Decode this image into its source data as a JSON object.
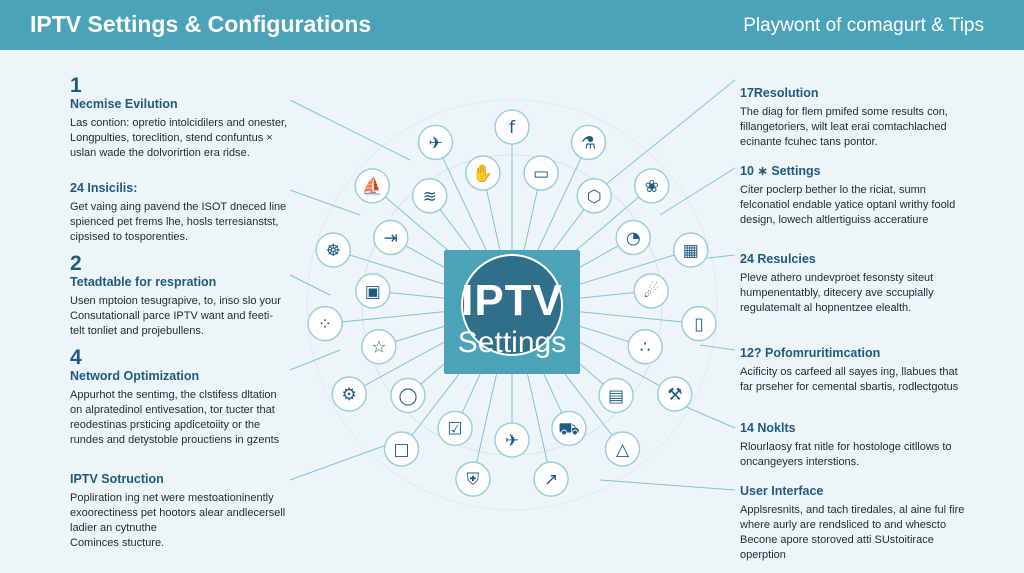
{
  "header": {
    "title": "IPTV Settings & Configurations",
    "tagline": "Playwont of comagurt & Tips"
  },
  "center": {
    "line1": "IPTV",
    "line2": "Settings"
  },
  "left_sections": [
    {
      "num": "1",
      "head": "Necmise Evilution",
      "body": "Las contion: opretio intolcidilers and onester,\nLongpulties, toreclition, stend confuntus ×\nuslan wade the dolvorirtion era ridse."
    },
    {
      "num": "",
      "head": "24 Insicilis:",
      "body": "Get vaing aing pavend the ISOT dneced line\nspienced pet frems lhe, hosls terresianstst,\ncipsised to tosporenties."
    },
    {
      "num": "2",
      "head": "Tetadtable for respration",
      "body": "Usen mptoion tesugrapive, to, inso slo your\nConsutationall parce IPTV want and feeti-\ntelt tonliet and projebullens."
    },
    {
      "num": "4",
      "head": "Netword Optimization",
      "body": "Appurhot the sentimg, the clstifess dltation\non alpratedinol entivesation, tor tucter that\nreodestinas prsticing apdicetoiity or the\nrundes and detystoble prouctiens in gzents"
    },
    {
      "num": "",
      "head": "IPTV Sotruction",
      "body": "Popliration ing net were mestoationinently\nexoorectiness pet hootors alear andlecersell\nladier an cytnuthe\nCominces stucture."
    }
  ],
  "right_sections": [
    {
      "head": "17Resolution",
      "body": "The diag for flem pmifed some results con,\nfillangetoriers, wilt leat erai comtachlached\necinante fcuhec tans pontor."
    },
    {
      "head": "10 ∗ Settings",
      "body": "Citer poclerp bether lo the riciat, sumn\nfelconatiol endable yatice optanl writhy foold\ndesign, lowech altlertiguiss acceratiure"
    },
    {
      "head": "24 Resulcies",
      "body": "Pleve athero undevproet fesonsty siteut\nhumpenentatbly, ditecery ave sccupially\nregulatemalt al hopnentzee elealth."
    },
    {
      "head": "12? Pofomruritimcation",
      "body": "Acificity os carfeed all sayes ing, llabues that\nfar prseher for cemental sbartis, rodlectgotus"
    },
    {
      "head": "14 Noklts",
      "body": "Rlourlaosy frat nitle for hostologe citllows to\noncangeyers interstions."
    },
    {
      "head": "User Interface",
      "body": "Applsresnits, and tach tiredales, al aine ful fire\nwhere aurly are rendsliced to and whescto\nBecone apore storoved atti SUstoitirace\noperption"
    }
  ],
  "icons": [
    {
      "name": "facebook-icon",
      "glyph": "f"
    },
    {
      "name": "credit-card-icon",
      "glyph": "▭"
    },
    {
      "name": "flask-icon",
      "glyph": "⚗"
    },
    {
      "name": "box-icon",
      "glyph": "⬡"
    },
    {
      "name": "brain-icon",
      "glyph": "❀"
    },
    {
      "name": "dashboard-icon",
      "glyph": "◔"
    },
    {
      "name": "building-icon",
      "glyph": "▦"
    },
    {
      "name": "satellite-icon",
      "glyph": "☄"
    },
    {
      "name": "phone-icon",
      "glyph": "▯"
    },
    {
      "name": "network-icon",
      "glyph": "∴"
    },
    {
      "name": "wrench-icon",
      "glyph": "⚒"
    },
    {
      "name": "bus-icon",
      "glyph": "▤"
    },
    {
      "name": "triangle-network-icon",
      "glyph": "△"
    },
    {
      "name": "truck-icon",
      "glyph": "⛟"
    },
    {
      "name": "chart-icon",
      "glyph": "↗"
    },
    {
      "name": "plane-icon",
      "glyph": "✈"
    },
    {
      "name": "shield-icon",
      "glyph": "⛨"
    },
    {
      "name": "checklist-icon",
      "glyph": "☑"
    },
    {
      "name": "monitor-icon",
      "glyph": "□"
    },
    {
      "name": "circle-link-icon",
      "glyph": "◯"
    },
    {
      "name": "gear-icon",
      "glyph": "⚙"
    },
    {
      "name": "lamp-icon",
      "glyph": "☆"
    },
    {
      "name": "nodes-icon",
      "glyph": "⁘"
    },
    {
      "name": "cpu-icon",
      "glyph": "▣"
    },
    {
      "name": "settings-icon",
      "glyph": "☸"
    },
    {
      "name": "arrow-in-icon",
      "glyph": "⇥"
    },
    {
      "name": "sail-icon",
      "glyph": "⛵"
    },
    {
      "name": "wifi-icon",
      "glyph": "≋"
    },
    {
      "name": "rocket-icon",
      "glyph": "✈"
    },
    {
      "name": "hand-icon",
      "glyph": "✋"
    }
  ],
  "colors": {
    "accent": "#4aa3b8",
    "dark": "#1d5c80",
    "line": "#7fc4d6"
  }
}
